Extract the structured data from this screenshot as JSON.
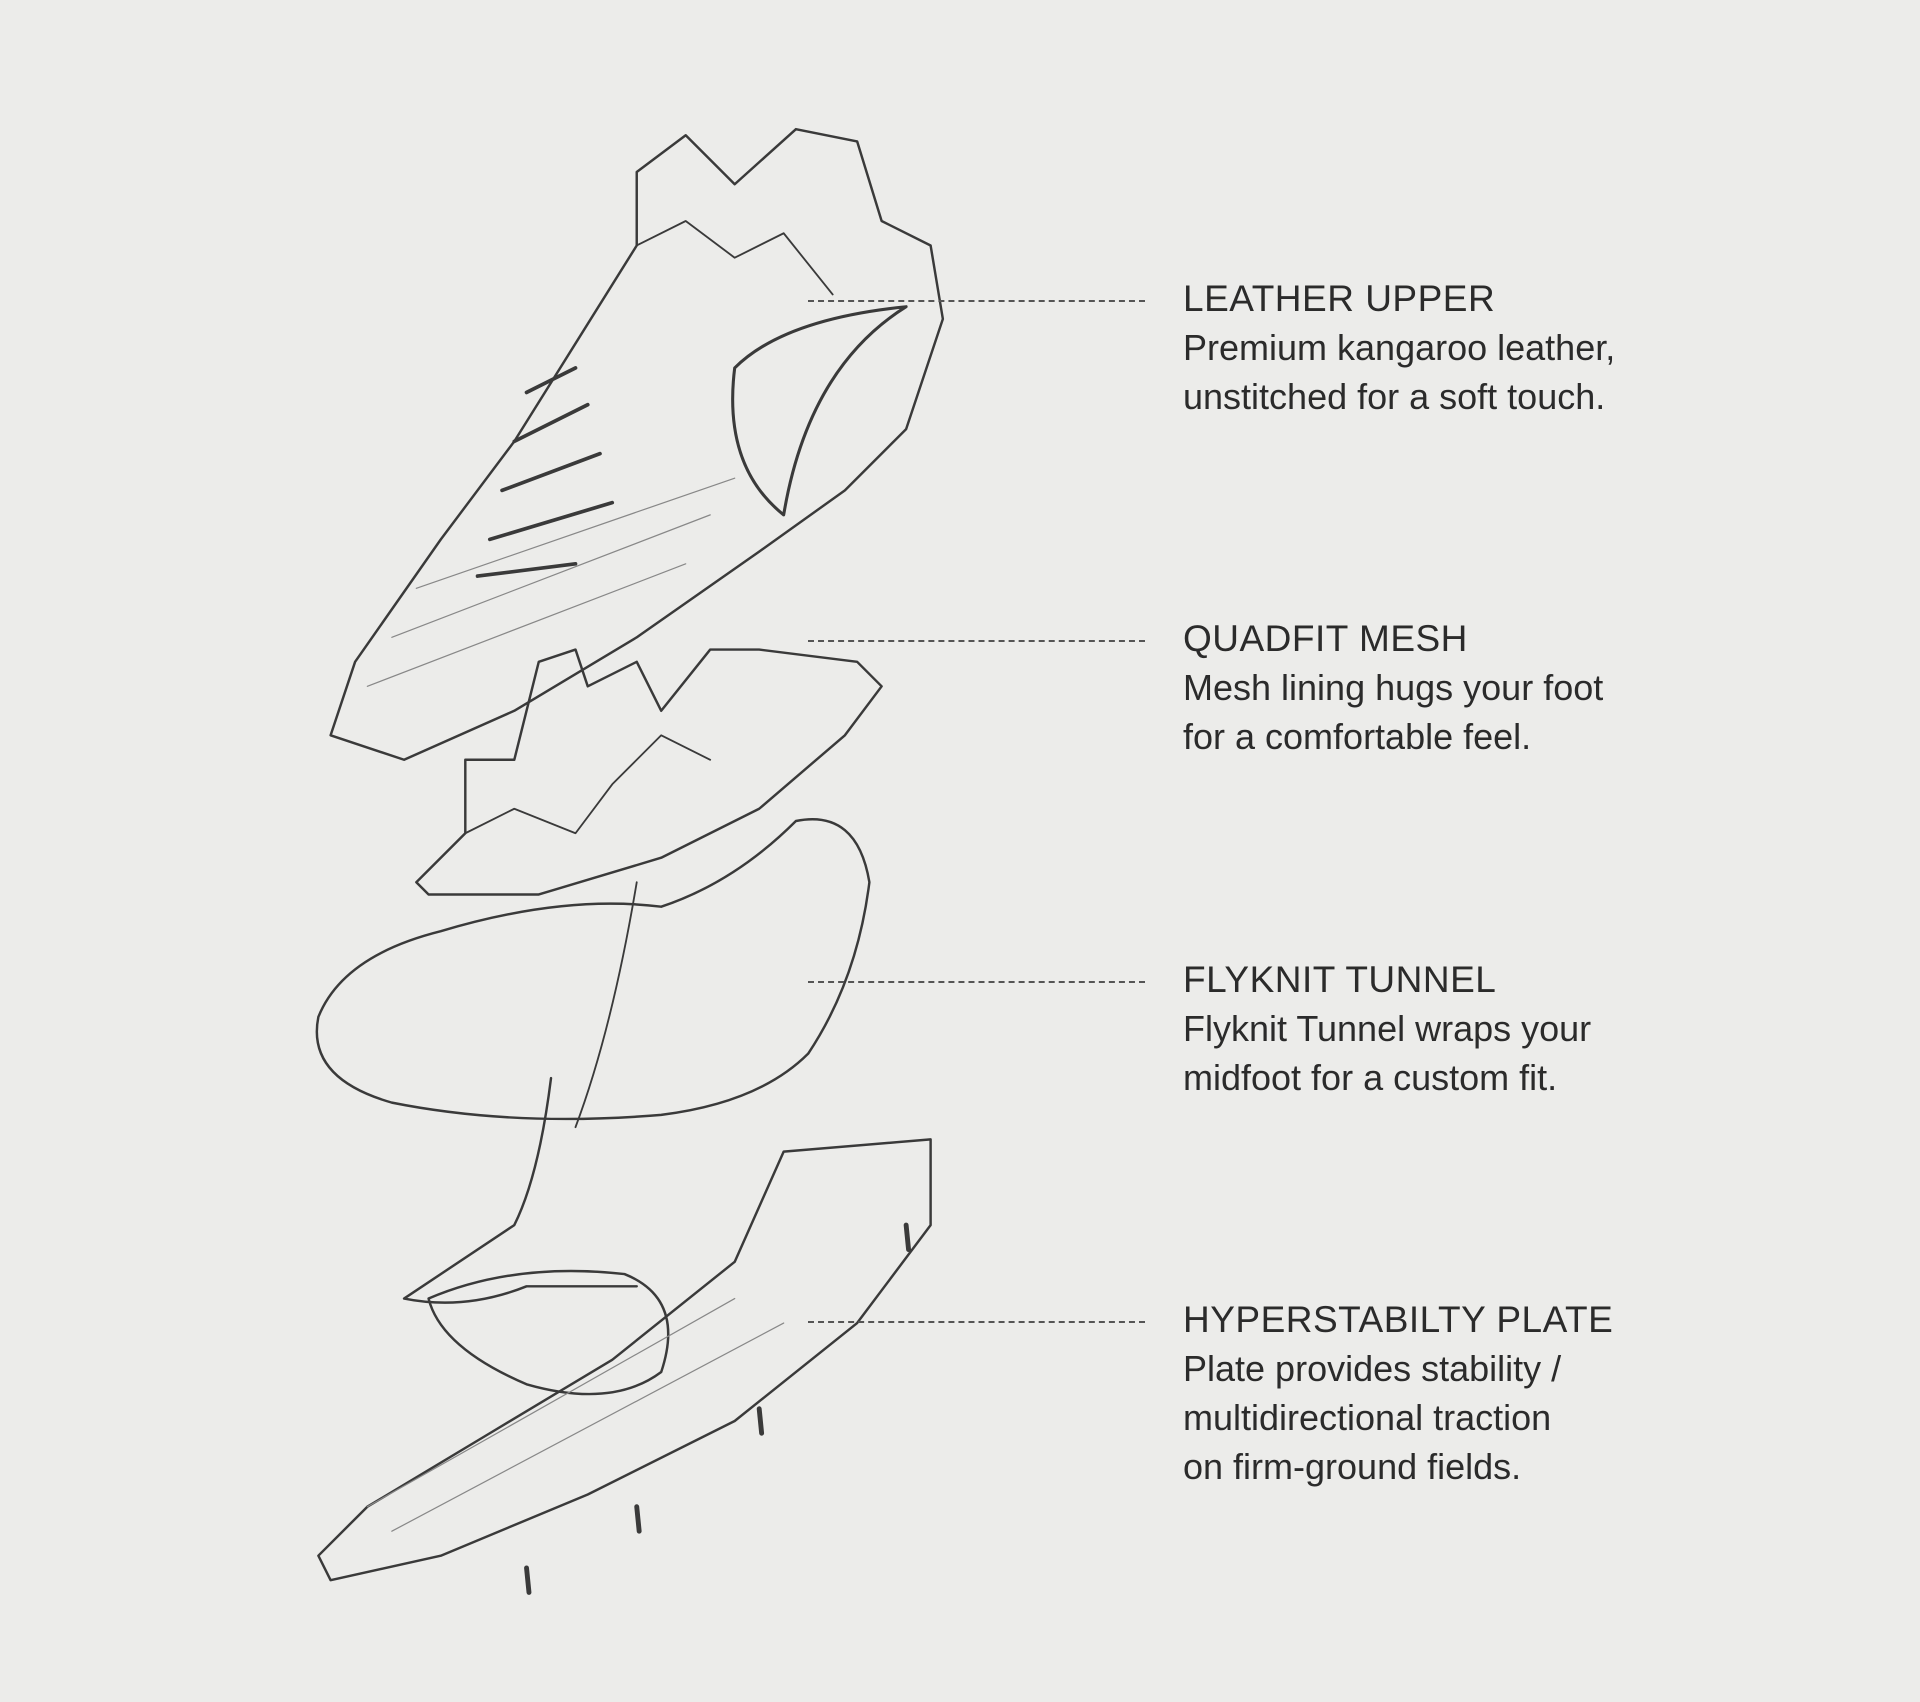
{
  "callouts": [
    {
      "title": "LEATHER UPPER",
      "lines": [
        "Premium kangaroo leather,",
        "unstitched for a soft touch."
      ]
    },
    {
      "title": "QUADFIT MESH",
      "lines": [
        "Mesh lining hugs your foot",
        "for a comfortable feel."
      ]
    },
    {
      "title": "FLYKNIT TUNNEL",
      "lines": [
        "Flyknit Tunnel wraps your",
        "midfoot for a custom fit."
      ]
    },
    {
      "title": "HYPERSTABILTY PLATE",
      "lines": [
        "Plate provides stability /",
        "multidirectional traction",
        "on firm-ground fields."
      ]
    }
  ],
  "colors": {
    "paper": "#ececea",
    "pencil": "#3a3a3a",
    "text": "#2b2b2b"
  }
}
